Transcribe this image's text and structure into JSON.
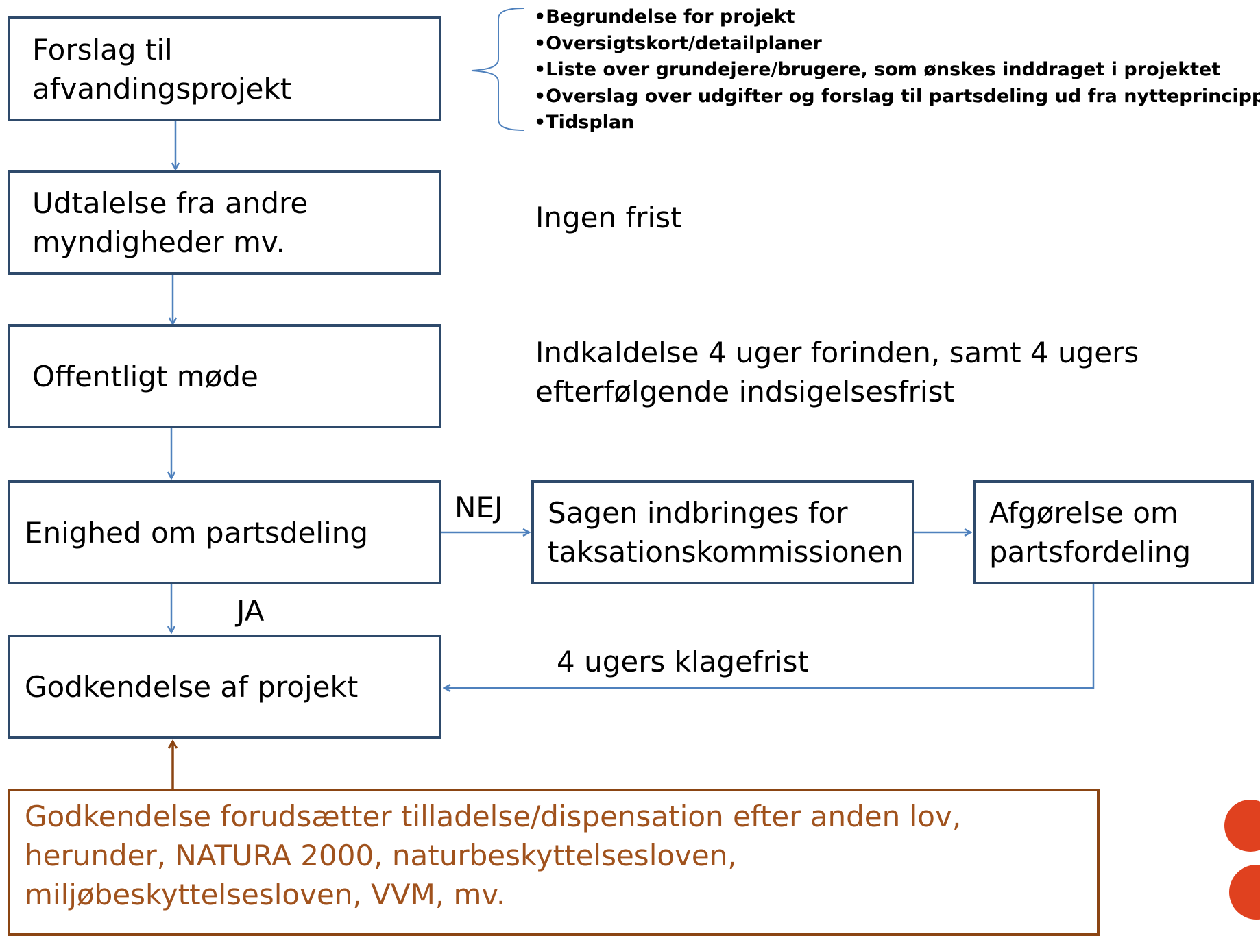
{
  "boxes": {
    "proposal": [
      "Forslag til",
      "afvandingsprojekt"
    ],
    "statement": [
      "Udtalelse fra andre",
      "myndigheder mv."
    ],
    "meeting": [
      "Offentligt møde"
    ],
    "agreement": [
      "Enighed om partsdeling"
    ],
    "commission": [
      "Sagen indbringes for",
      "taksationskommissionen"
    ],
    "decision": [
      "Afgørelse om",
      "partsfordeling"
    ],
    "approval": [
      "Godkendelse af projekt"
    ],
    "note": [
      "Godkendelse forudsætter tilladelse/dispensation efter anden lov,",
      "herunder, NATURA 2000, naturbeskyttelsesloven,",
      "miljøbeskyttelsesloven, VVM, mv."
    ]
  },
  "bullets": [
    "Begrundelse for projekt",
    "Oversigtskort/detailplaner",
    "Liste over grundejere/brugere, som ønskes inddraget i projektet",
    "Overslag over udgifter og forslag til partsdeling ud fra nytteprincippet",
    "Tidsplan"
  ],
  "annotations": {
    "no_deadline": "Ingen frist",
    "meeting_deadline": [
      "Indkaldelse 4 uger forinden, samt 4 ugers",
      "efterfølgende indsigelsesfrist"
    ],
    "appeal_deadline": "4 ugers klagefrist"
  },
  "branch_labels": {
    "no": "NEJ",
    "yes": "JA"
  },
  "colors": {
    "box_border": "#2e4a6b",
    "arrow": "#4f81bd",
    "note_border": "#8b4513",
    "note_text": "#a0521d",
    "logo": "#e0411f"
  }
}
